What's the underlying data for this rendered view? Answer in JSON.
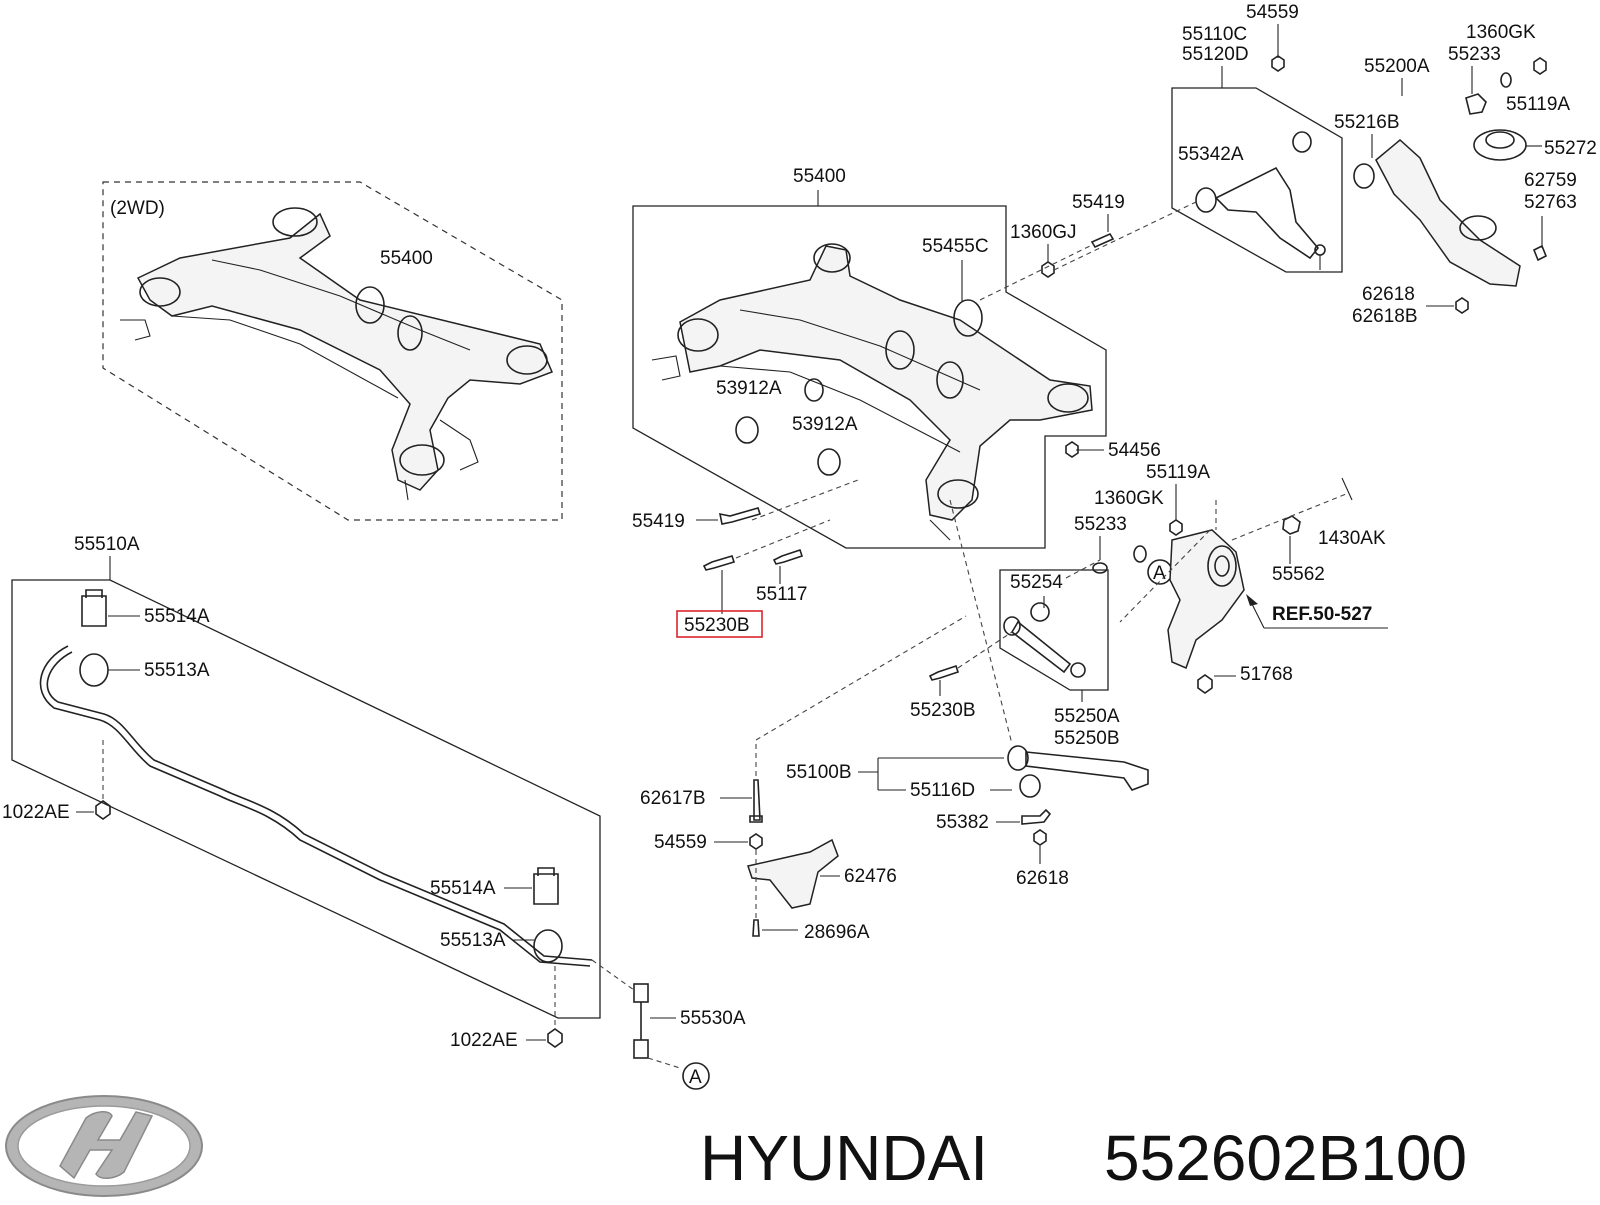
{
  "brand": {
    "name": "HYUNDAI",
    "part_number": "552602B100"
  },
  "variant_label": "(2WD)",
  "highlighted_label": "55230B",
  "ref_label": "REF.50-527",
  "circle_marker": "A",
  "labels": {
    "l_54559_top": "54559",
    "l_55110C": "55110C",
    "l_55120D": "55120D",
    "l_1360GK_top": "1360GK",
    "l_55233_top": "55233",
    "l_55200A": "55200A",
    "l_55119A_top": "55119A",
    "l_55216B": "55216B",
    "l_55272": "55272",
    "l_55342A": "55342A",
    "l_62759": "62759",
    "l_52763": "52763",
    "l_55400_main": "55400",
    "l_55400_2wd": "55400",
    "l_55419_top": "55419",
    "l_1360GJ": "1360GJ",
    "l_55455C": "55455C",
    "l_62618_a": "62618",
    "l_62618B": "62618B",
    "l_53912A_a": "53912A",
    "l_53912A_b": "53912A",
    "l_54456": "54456",
    "l_55119A_mid": "55119A",
    "l_1360GK_mid": "1360GK",
    "l_55419_bot": "55419",
    "l_55233_mid": "55233",
    "l_1430AK": "1430AK",
    "l_55510A": "55510A",
    "l_55117": "55117",
    "l_55254": "55254",
    "l_55562": "55562",
    "l_55514A_a": "55514A",
    "l_55513A_a": "55513A",
    "l_51768": "51768",
    "l_55230B_b": "55230B",
    "l_55250A": "55250A",
    "l_55250B": "55250B",
    "l_55100B": "55100B",
    "l_55116D": "55116D",
    "l_62617B": "62617B",
    "l_1022AE_a": "1022AE",
    "l_55382": "55382",
    "l_54559_bot": "54559",
    "l_62476": "62476",
    "l_62618_b": "62618",
    "l_55514A_b": "55514A",
    "l_55513A_b": "55513A",
    "l_28696A": "28696A",
    "l_55530A": "55530A",
    "l_1022AE_b": "1022AE"
  },
  "colors": {
    "highlight_box": "#d9262b",
    "line": "#222222",
    "logo": "#b5b5b5"
  },
  "icons": {
    "logo": "hyundai-logo",
    "marker": "circle-letter-marker"
  }
}
